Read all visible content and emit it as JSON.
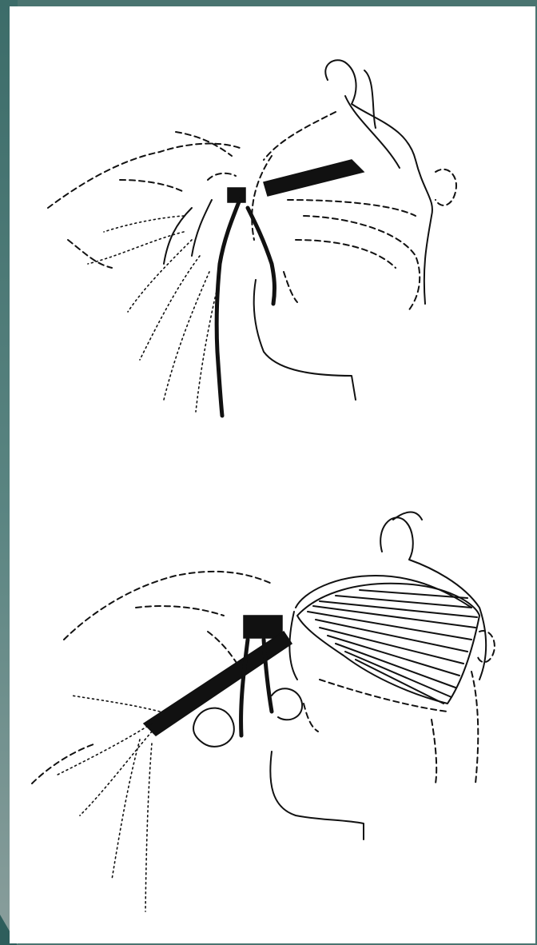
{
  "figure": {
    "panels": [
      {
        "id": "upper",
        "depiction": "sagittal-anatomy-drawing"
      },
      {
        "id": "lower",
        "depiction": "sagittal-anatomy-drawing-hatched"
      }
    ],
    "colors": {
      "frame": "#4a7470",
      "paper": "#ffffff",
      "ink": "#111111"
    }
  }
}
